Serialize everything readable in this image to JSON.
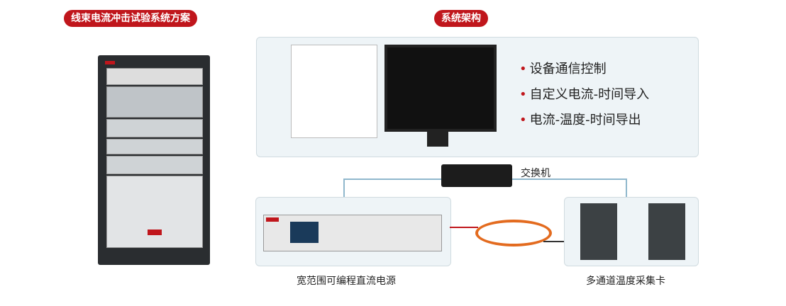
{
  "left_title": "线束电流冲击试验系统方案",
  "right_title": "系统架构",
  "features": [
    "设备通信控制",
    "自定义电流-时间导入",
    "电流-温度-时间导出"
  ],
  "switch_label": "交换机",
  "power_supply_label": "宽范围可编程直流电源",
  "daq_label": "多通道温度采集卡",
  "colors": {
    "accent": "#c0161c",
    "panel": "#eef4f7",
    "line": "#8fb7cc"
  }
}
